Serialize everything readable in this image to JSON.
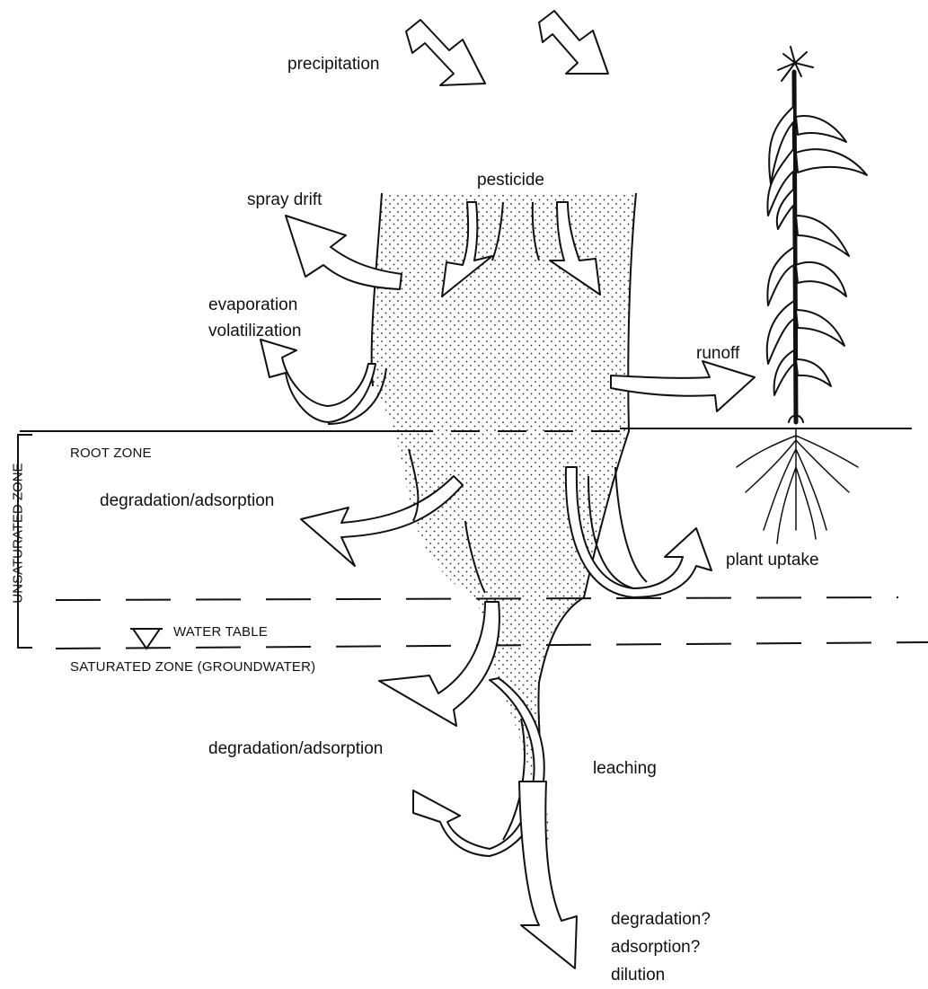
{
  "diagram": {
    "labels": {
      "precipitation": "precipitation",
      "pesticide": "pesticide",
      "spray_drift": "spray drift",
      "evaporation": "evaporation",
      "volatilization": "volatilization",
      "runoff": "runoff",
      "root_zone": "ROOT ZONE",
      "degradation_adsorption_upper": "degradation/adsorption",
      "plant_uptake": "plant uptake",
      "unsaturated_zone": "UNSATURATED ZONE",
      "degradation_adsorption_lower": "degradation/adsorption",
      "leaching": "leaching",
      "water_table": "WATER TABLE",
      "saturated_zone": "SATURATED ZONE (GROUNDWATER)",
      "fate_lines": [
        "degradation?",
        "adsorption?",
        "dilution"
      ]
    },
    "colors": {
      "ink": "#111111",
      "background": "#ffffff"
    },
    "icons": [
      "water-table-triangle-icon",
      "corn-plant-icon"
    ]
  }
}
